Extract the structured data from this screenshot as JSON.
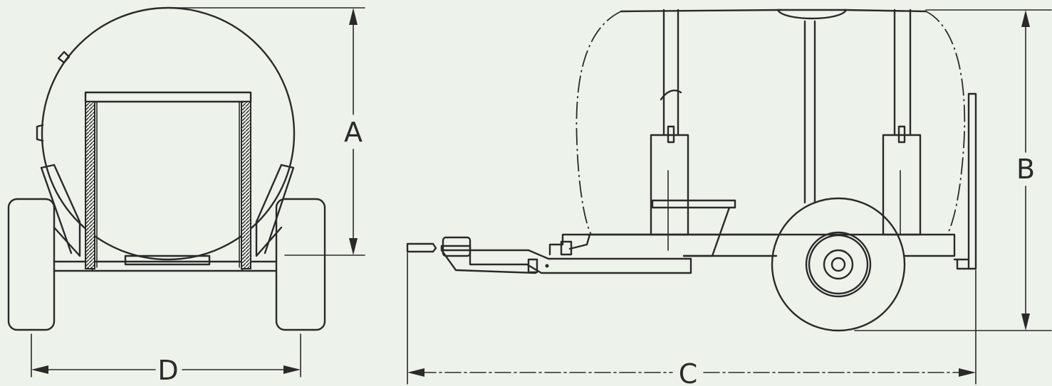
{
  "drawing": {
    "views": [
      "rear-view",
      "side-view"
    ],
    "dimension_labels": {
      "A": "A",
      "B": "B",
      "C": "C",
      "D": "D"
    },
    "colors": {
      "background": "#edf3ea",
      "linework": "#2a2a2a"
    }
  }
}
